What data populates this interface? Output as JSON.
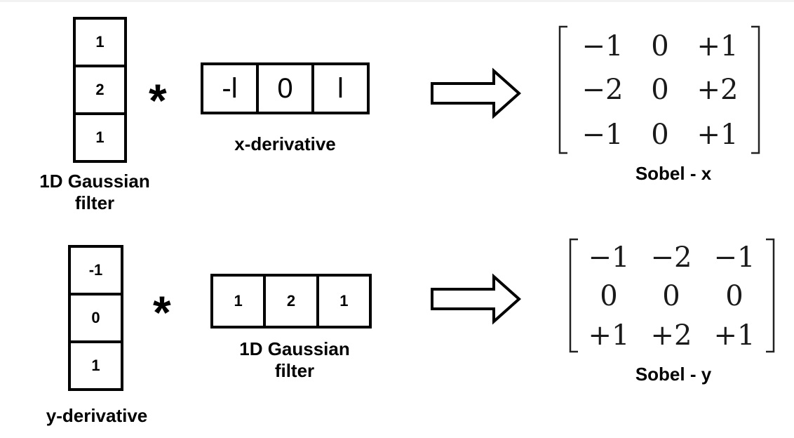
{
  "top": {
    "gaussian": {
      "values": [
        "1",
        "2",
        "1"
      ],
      "label_line1": "1D Gaussian",
      "label_line2": "filter"
    },
    "operator": "*",
    "derivative": {
      "values": [
        "-l",
        "0",
        "l"
      ],
      "label": "x-derivative"
    },
    "result": {
      "rows": [
        [
          "−1",
          "0",
          "+1"
        ],
        [
          "−2",
          "0",
          "+2"
        ],
        [
          "−1",
          "0",
          "+1"
        ]
      ],
      "label": "Sobel - x"
    }
  },
  "bottom": {
    "derivative": {
      "values": [
        "-1",
        "0",
        "1"
      ],
      "label": "y-derivative"
    },
    "operator": "*",
    "gaussian": {
      "values": [
        "1",
        "2",
        "1"
      ],
      "label_line1": "1D Gaussian",
      "label_line2": "filter"
    },
    "result": {
      "rows": [
        [
          "−1",
          "−2",
          "−1"
        ],
        [
          "0",
          "0",
          "0"
        ],
        [
          "+1",
          "+2",
          "+1"
        ]
      ],
      "label": "Sobel - y"
    }
  }
}
